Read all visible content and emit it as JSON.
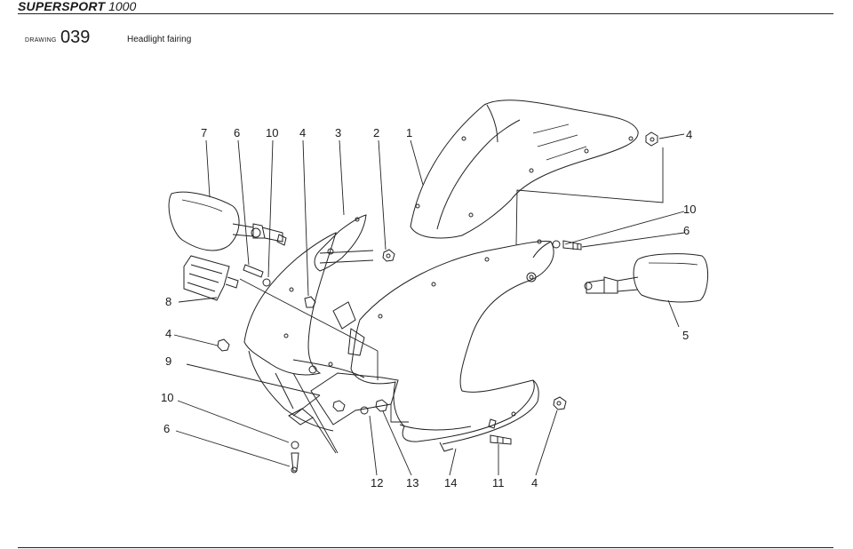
{
  "header": {
    "brand": "SUPERSPORT",
    "model": "1000",
    "drawing_label": "DRAWING",
    "drawing_number": "039",
    "drawing_title": "Headlight fairing"
  },
  "callouts": [
    {
      "id": "c7",
      "text": "7"
    },
    {
      "id": "c6a",
      "text": "6"
    },
    {
      "id": "c10a",
      "text": "10"
    },
    {
      "id": "c4a",
      "text": "4"
    },
    {
      "id": "c3",
      "text": "3"
    },
    {
      "id": "c2",
      "text": "2"
    },
    {
      "id": "c1",
      "text": "1"
    },
    {
      "id": "c4b",
      "text": "4"
    },
    {
      "id": "c10b",
      "text": "10"
    },
    {
      "id": "c6b",
      "text": "6"
    },
    {
      "id": "c8",
      "text": "8"
    },
    {
      "id": "c4c",
      "text": "4"
    },
    {
      "id": "c5",
      "text": "5"
    },
    {
      "id": "c9",
      "text": "9"
    },
    {
      "id": "c10c",
      "text": "10"
    },
    {
      "id": "c6c",
      "text": "6"
    },
    {
      "id": "c12",
      "text": "12"
    },
    {
      "id": "c13",
      "text": "13"
    },
    {
      "id": "c14",
      "text": "14"
    },
    {
      "id": "c11",
      "text": "11"
    },
    {
      "id": "c4d",
      "text": "4"
    }
  ]
}
